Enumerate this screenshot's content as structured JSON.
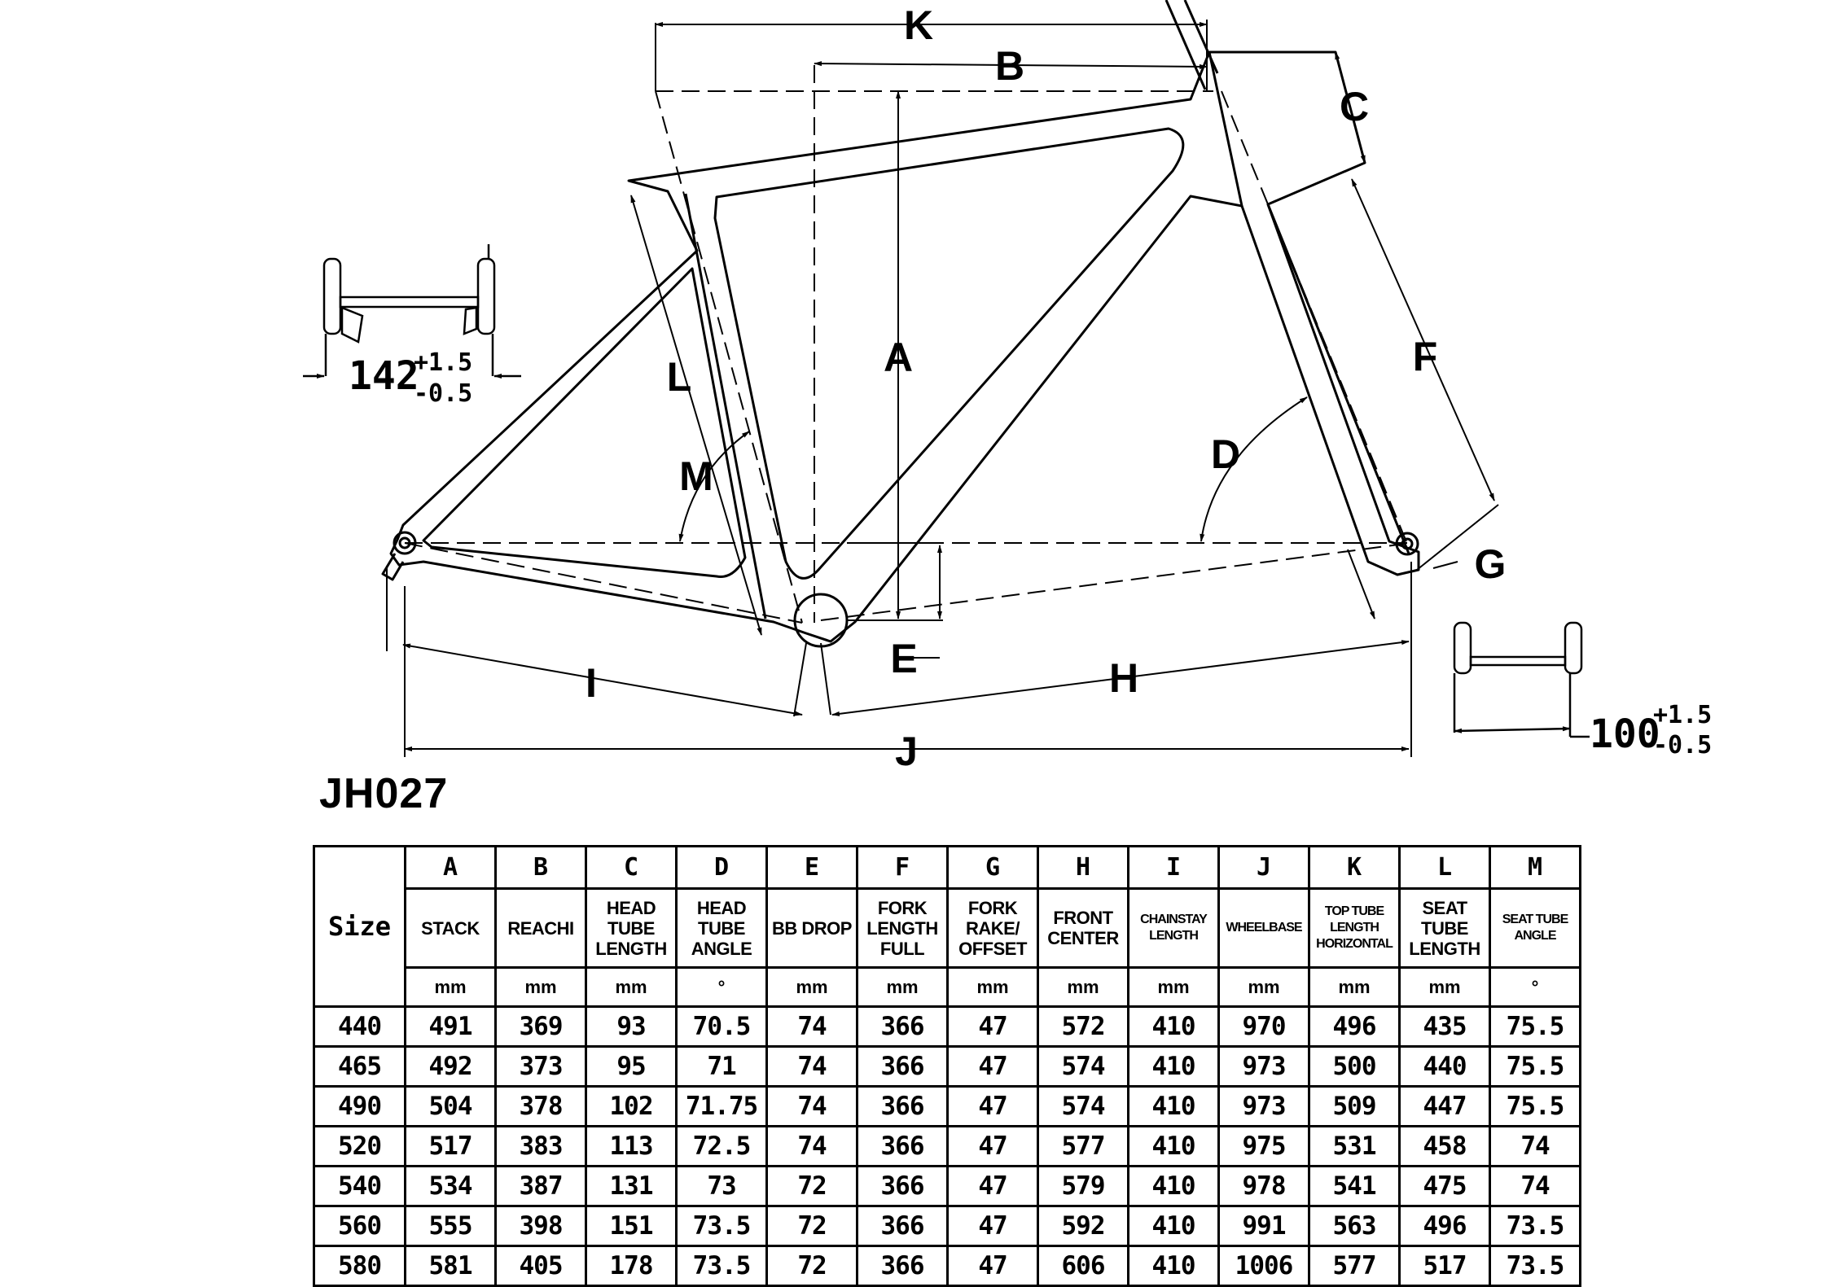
{
  "labels": {
    "A": "A",
    "B": "B",
    "C": "C",
    "D": "D",
    "E": "E",
    "F": "F",
    "G": "G",
    "H": "H",
    "I": "I",
    "J": "J",
    "K": "K",
    "L": "L",
    "M": "M"
  },
  "rear_axle": {
    "width": "142",
    "tol_plus": "+1.5",
    "tol_minus": "-0.5"
  },
  "front_axle": {
    "width": "100",
    "tol_plus": "+1.5",
    "tol_minus": "-0.5"
  },
  "model": "JH027",
  "table": {
    "size_header": "Size",
    "columns": [
      {
        "letter": "A",
        "name": "STACK",
        "unit": "mm"
      },
      {
        "letter": "B",
        "name": "REACHI",
        "unit": "mm"
      },
      {
        "letter": "C",
        "name": "HEAD TUBE LENGTH",
        "unit": "mm"
      },
      {
        "letter": "D",
        "name": "HEAD TUBE ANGLE",
        "unit": "°"
      },
      {
        "letter": "E",
        "name": "BB DROP",
        "unit": "mm"
      },
      {
        "letter": "F",
        "name": "FORK LENGTH FULL",
        "unit": "mm"
      },
      {
        "letter": "G",
        "name": "FORK RAKE/ OFFSET",
        "unit": "mm"
      },
      {
        "letter": "H",
        "name": "FRONT CENTER",
        "unit": "mm"
      },
      {
        "letter": "I",
        "name": "CHAINSTAY LENGTH",
        "unit": "mm"
      },
      {
        "letter": "J",
        "name": "WHEELBASE",
        "unit": "mm"
      },
      {
        "letter": "K",
        "name": "TOP TUBE LENGTH HORIZONTAL",
        "unit": "mm"
      },
      {
        "letter": "L",
        "name": "SEAT TUBE LENGTH",
        "unit": "mm"
      },
      {
        "letter": "M",
        "name": "SEAT TUBE ANGLE",
        "unit": "°"
      }
    ],
    "rows": [
      {
        "size": "440",
        "values": [
          "491",
          "369",
          "93",
          "70.5",
          "74",
          "366",
          "47",
          "572",
          "410",
          "970",
          "496",
          "435",
          "75.5"
        ]
      },
      {
        "size": "465",
        "values": [
          "492",
          "373",
          "95",
          "71",
          "74",
          "366",
          "47",
          "574",
          "410",
          "973",
          "500",
          "440",
          "75.5"
        ]
      },
      {
        "size": "490",
        "values": [
          "504",
          "378",
          "102",
          "71.75",
          "74",
          "366",
          "47",
          "574",
          "410",
          "973",
          "509",
          "447",
          "75.5"
        ]
      },
      {
        "size": "520",
        "values": [
          "517",
          "383",
          "113",
          "72.5",
          "74",
          "366",
          "47",
          "577",
          "410",
          "975",
          "531",
          "458",
          "74"
        ]
      },
      {
        "size": "540",
        "values": [
          "534",
          "387",
          "131",
          "73",
          "72",
          "366",
          "47",
          "579",
          "410",
          "978",
          "541",
          "475",
          "74"
        ]
      },
      {
        "size": "560",
        "values": [
          "555",
          "398",
          "151",
          "73.5",
          "72",
          "366",
          "47",
          "592",
          "410",
          "991",
          "563",
          "496",
          "73.5"
        ]
      },
      {
        "size": "580",
        "values": [
          "581",
          "405",
          "178",
          "73.5",
          "72",
          "366",
          "47",
          "606",
          "410",
          "1006",
          "577",
          "517",
          "73.5"
        ]
      }
    ]
  }
}
